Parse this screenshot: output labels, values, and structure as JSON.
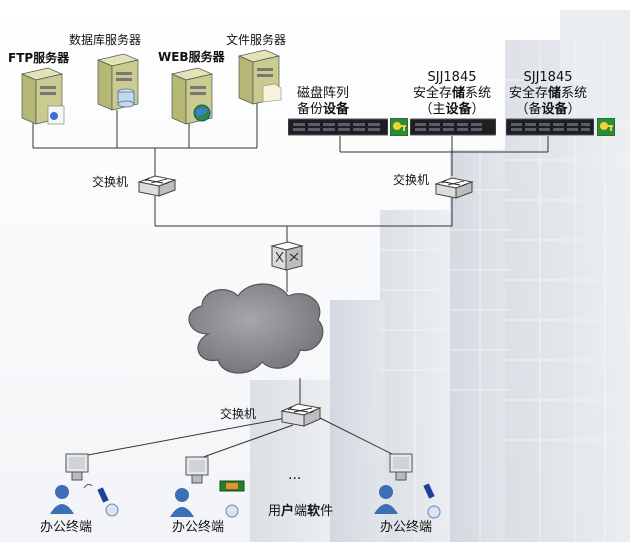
{
  "servers": {
    "ftp": "FTP服务器",
    "db": "数据库服务器",
    "web": "WEB服务器",
    "file": "文件服务器"
  },
  "storage": {
    "disk_array_line1": "磁盘阵列",
    "disk_array_line2_pre": "备份",
    "disk_array_line2_bold": "设备",
    "primary_model": "SJJ1845",
    "primary_line2_pre": "安全存",
    "primary_line2_bold": "储",
    "primary_line2_post": "系统",
    "primary_line3_pre": "（主",
    "primary_line3_bold": "设备",
    "primary_line3_post": "）",
    "backup_model": "SJJ1845",
    "backup_line2_pre": "安全存",
    "backup_line2_bold": "储",
    "backup_line2_post": "系统",
    "backup_line3_pre": "（备",
    "backup_line3_bold": "设备",
    "backup_line3_post": "）"
  },
  "switches": {
    "left": "交换机",
    "right": "交换机",
    "bottom": "交换机"
  },
  "terminals": {
    "t1": "办公终端",
    "t2": "办公终端",
    "t3": "办公终端",
    "ellipsis": "...",
    "software_pre": "用",
    "software_b1": "户",
    "software_mid": "端",
    "software_b2": "软",
    "software_post": "件"
  },
  "colors": {
    "line": "#333333",
    "server_body": "#c9cc8e",
    "rack": "#1e1f22",
    "cloud": "#8a8c90"
  }
}
